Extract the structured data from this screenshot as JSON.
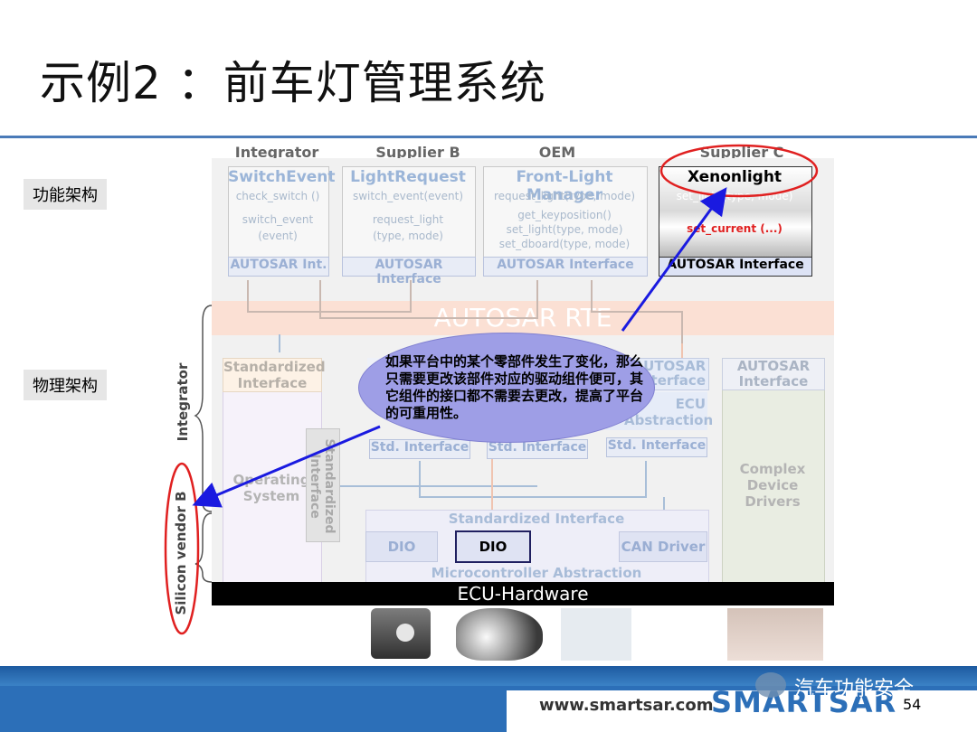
{
  "slide": {
    "title": "示例2 ：前车灯管理系统",
    "page_number": "54"
  },
  "side_labels": {
    "functional": "功能架构",
    "physical": "物理架构"
  },
  "columns": [
    "Integrator",
    "Supplier B",
    "OEM",
    "Supplier C"
  ],
  "swcs": {
    "switch_event": {
      "title": "SwitchEvent",
      "line1": "check_switch ()",
      "line2": "switch_event",
      "line3": "(event)",
      "iface": "AUTOSAR Int."
    },
    "light_request": {
      "title": "LightRequest",
      "line1": "switch_event(event)",
      "line2": "request_light",
      "line3": "(type, mode)",
      "iface": "AUTOSAR Interface"
    },
    "front_light": {
      "title": "Front-Light Manager",
      "line1": "request_light(type, mode)",
      "line2": "get_keyposition()",
      "line3": "set_light(type, mode)",
      "line4": "set_dboard(type, mode)",
      "iface": "AUTOSAR Interface"
    },
    "xenonlight": {
      "title": "Xenonlight",
      "line1": "set_light(type, mode)",
      "line2": "set_current (...)",
      "iface": "AUTOSAR Interface"
    }
  },
  "rte_label": "AUTOSAR RTE",
  "bsw": {
    "std_interface_left": "Standardized Interface",
    "os": "Operating System",
    "std_vertical": "Standardized Interface",
    "autosar_interface_mid": "AUTOSAR Interface",
    "ecu_abstraction": "ECU Abstraction",
    "std_iface_1": "Std. Interface",
    "std_iface_2": "Std. Interface",
    "std_iface_3": "Std. Interface",
    "autosar_interface_right": "AUTOSAR Interface",
    "complex": "Complex Device Drivers",
    "std_interface_bottom": "Standardized Interface",
    "dio_1": "DIO",
    "dio_2": "DIO",
    "can": "CAN Driver",
    "mcal": "Microcontroller Abstraction",
    "hw": "ECU-Hardware"
  },
  "vertical_labels": {
    "integrator": "Integrator",
    "silicon": "Silicon vendor B"
  },
  "callout": {
    "text": "如果平台中的某个零部件发生了变化，那么只需要更改该部件对应的驱动组件便可，其它组件的接口都不需要去更改，提高了平台的可重用性。"
  },
  "footer": {
    "url": "www.smartsar.com",
    "logo": "SMARTSAR",
    "wechat": "汽车功能安全"
  },
  "colors": {
    "accent_blue": "#2c6fb8",
    "highlight_red": "#e02020",
    "arrow_blue": "#1a1ae0"
  }
}
